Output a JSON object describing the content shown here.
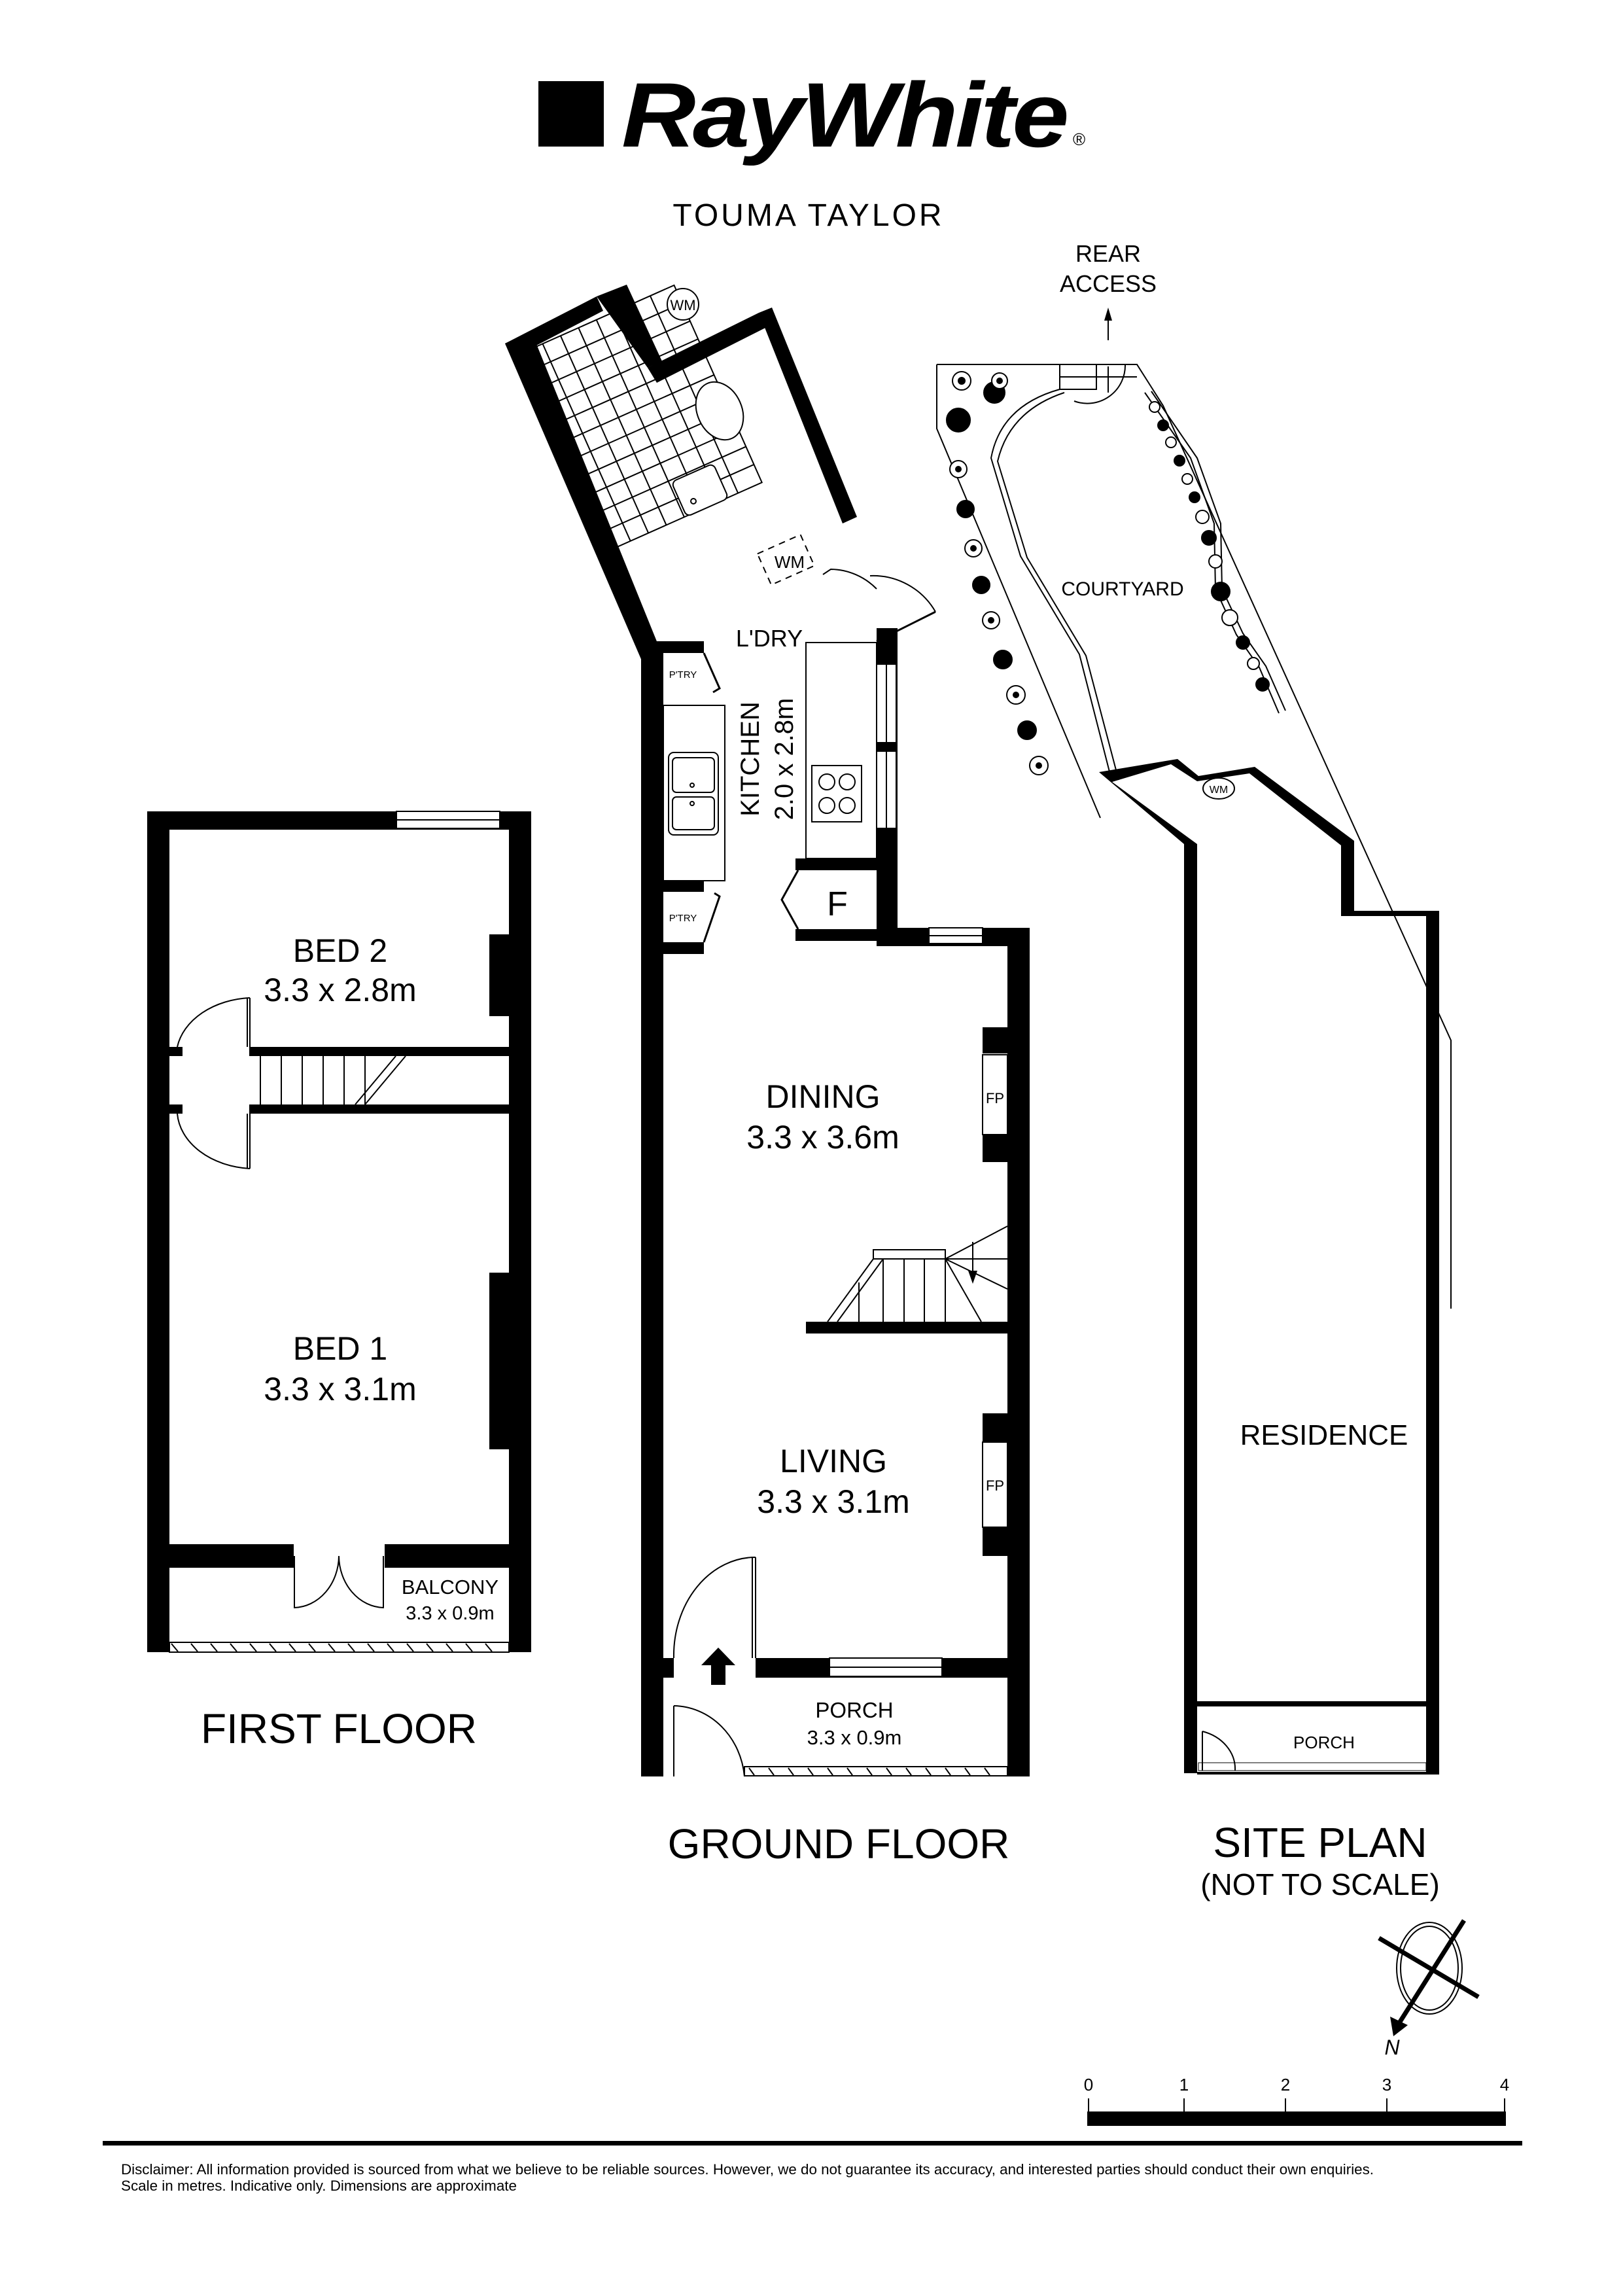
{
  "header": {
    "brand": "RayWhite",
    "brand_mark": "®",
    "office": "TOUMA TAYLOR"
  },
  "first_floor": {
    "title": "FIRST FLOOR",
    "rooms": [
      {
        "name": "BED 2",
        "size": "3.3 x 2.8m"
      },
      {
        "name": "BED 1",
        "size": "3.3 x 3.1m"
      },
      {
        "name": "BALCONY",
        "size": "3.3 x 0.9m"
      }
    ]
  },
  "ground_floor": {
    "title": "GROUND FLOOR",
    "rooms": [
      {
        "name": "L'DRY",
        "size": ""
      },
      {
        "name": "KITCHEN",
        "size": "2.0 x 2.8m"
      },
      {
        "name": "DINING",
        "size": "3.3 x 3.6m"
      },
      {
        "name": "LIVING",
        "size": "3.3 x 3.1m"
      },
      {
        "name": "PORCH",
        "size": "3.3 x 0.9m"
      }
    ],
    "fixtures": {
      "pantry_top": "P'TRY",
      "pantry_bottom": "P'TRY",
      "fridge": "F",
      "fireplace_dining": "FP",
      "fireplace_living": "FP",
      "washing_machine_inside": "WM",
      "washing_machine_outside": "WM"
    }
  },
  "site_plan": {
    "title": "SITE PLAN",
    "subtitle": "(NOT TO SCALE)",
    "rear_access": [
      "REAR",
      "ACCESS"
    ],
    "courtyard": "COURTYARD",
    "residence": "RESIDENCE",
    "porch": "PORCH",
    "wm": "WM"
  },
  "compass": {
    "north_label": "N"
  },
  "scale_bar": {
    "ticks": [
      "0",
      "1",
      "2",
      "3",
      "4"
    ],
    "unit": "metres"
  },
  "disclaimer": {
    "line1": "Disclaimer: All information provided is sourced from what we believe to be reliable sources. However, we do not guarantee  its accuracy, and interested parties should conduct their own enquiries.",
    "line2": "Scale in metres. Indicative only. Dimensions are approximate"
  },
  "colors": {
    "ink": "#000000",
    "paper": "#ffffff"
  }
}
